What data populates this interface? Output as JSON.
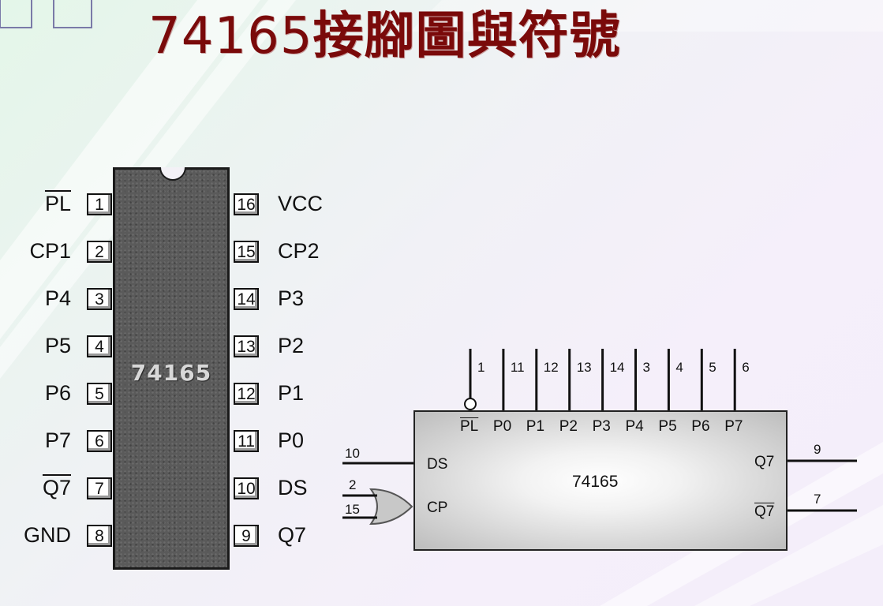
{
  "title": {
    "digits": "74165",
    "text": "接腳圖與符號"
  },
  "chip": {
    "label": "74165",
    "left_pins": [
      {
        "num": "1",
        "label": "PL",
        "overline": true
      },
      {
        "num": "2",
        "label": "CP1",
        "overline": false
      },
      {
        "num": "3",
        "label": "P4",
        "overline": false
      },
      {
        "num": "4",
        "label": "P5",
        "overline": false
      },
      {
        "num": "5",
        "label": "P6",
        "overline": false
      },
      {
        "num": "6",
        "label": "P7",
        "overline": false
      },
      {
        "num": "7",
        "label": "Q7",
        "overline": true
      },
      {
        "num": "8",
        "label": "GND",
        "overline": false
      }
    ],
    "right_pins": [
      {
        "num": "16",
        "label": "VCC",
        "overline": false
      },
      {
        "num": "15",
        "label": "CP2",
        "overline": false
      },
      {
        "num": "14",
        "label": "P3",
        "overline": false
      },
      {
        "num": "13",
        "label": "P2",
        "overline": false
      },
      {
        "num": "12",
        "label": "P1",
        "overline": false
      },
      {
        "num": "11",
        "label": "P0",
        "overline": false
      },
      {
        "num": "10",
        "label": "DS",
        "overline": false
      },
      {
        "num": "9",
        "label": "Q7",
        "overline": false
      }
    ]
  },
  "symbol": {
    "label": "74165",
    "top_pins": [
      {
        "num": "1",
        "label": "PL"
      },
      {
        "num": "11",
        "label": "P0"
      },
      {
        "num": "12",
        "label": "P1"
      },
      {
        "num": "13",
        "label": "P2"
      },
      {
        "num": "14",
        "label": "P3"
      },
      {
        "num": "3",
        "label": "P4"
      },
      {
        "num": "4",
        "label": "P5"
      },
      {
        "num": "5",
        "label": "P6"
      },
      {
        "num": "6",
        "label": "P7"
      }
    ],
    "ds": {
      "num": "10",
      "label": "DS"
    },
    "cp": {
      "label": "CP",
      "inputs": [
        "2",
        "15"
      ]
    },
    "outputs": [
      {
        "num": "9",
        "label": "Q7",
        "overline": false
      },
      {
        "num": "7",
        "label": "Q7",
        "overline": true
      }
    ]
  }
}
